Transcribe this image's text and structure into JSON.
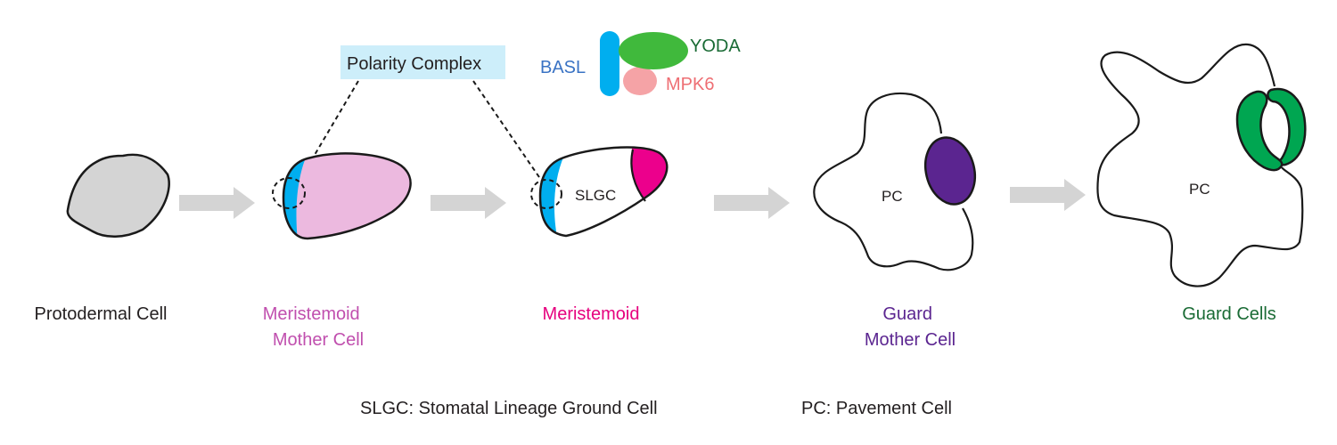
{
  "title": "Stomatal lineage development",
  "colors": {
    "outline": "#1a1a1a",
    "protodermal_fill": "#d4d4d4",
    "mmc_fill": "#ecb9df",
    "basl_blue": "#00aeef",
    "meristemoid_fill": "#ec008c",
    "gmc_fill": "#5b2590",
    "guard_fill": "#00a651",
    "arrow_gray": "#d4d4d4",
    "polarity_box": "#cdeefa",
    "yoda_green": "#40b93c",
    "mpk6_pink": "#f5a3a6"
  },
  "stages": [
    {
      "id": "protodermal",
      "label_lines": [
        "Protodermal Cell"
      ],
      "color": "#231f20"
    },
    {
      "id": "mmc",
      "label_lines": [
        "Meristemoid",
        "Mother Cell"
      ],
      "color": "#c04fae"
    },
    {
      "id": "meristemoid",
      "label_lines": [
        "Meristemoid"
      ],
      "color": "#e6007e"
    },
    {
      "id": "gmc",
      "label_lines": [
        "Guard",
        "Mother Cell"
      ],
      "color": "#5b2590"
    },
    {
      "id": "guard",
      "label_lines": [
        "Guard Cells"
      ],
      "color": "#1a6b35"
    }
  ],
  "cell_labels": {
    "slgc": "SLGC",
    "pc_gmc": "PC",
    "pc_guard": "PC"
  },
  "polarity_complex": {
    "label": "Polarity Complex",
    "proteins": [
      {
        "name": "BASL",
        "color": "#3a73c4"
      },
      {
        "name": "YODA",
        "color": "#1a6b35"
      },
      {
        "name": "MPK6",
        "color": "#ee6e73"
      }
    ]
  },
  "legend": [
    "SLGC: Stomatal Lineage Ground Cell",
    "PC: Pavement Cell"
  ]
}
